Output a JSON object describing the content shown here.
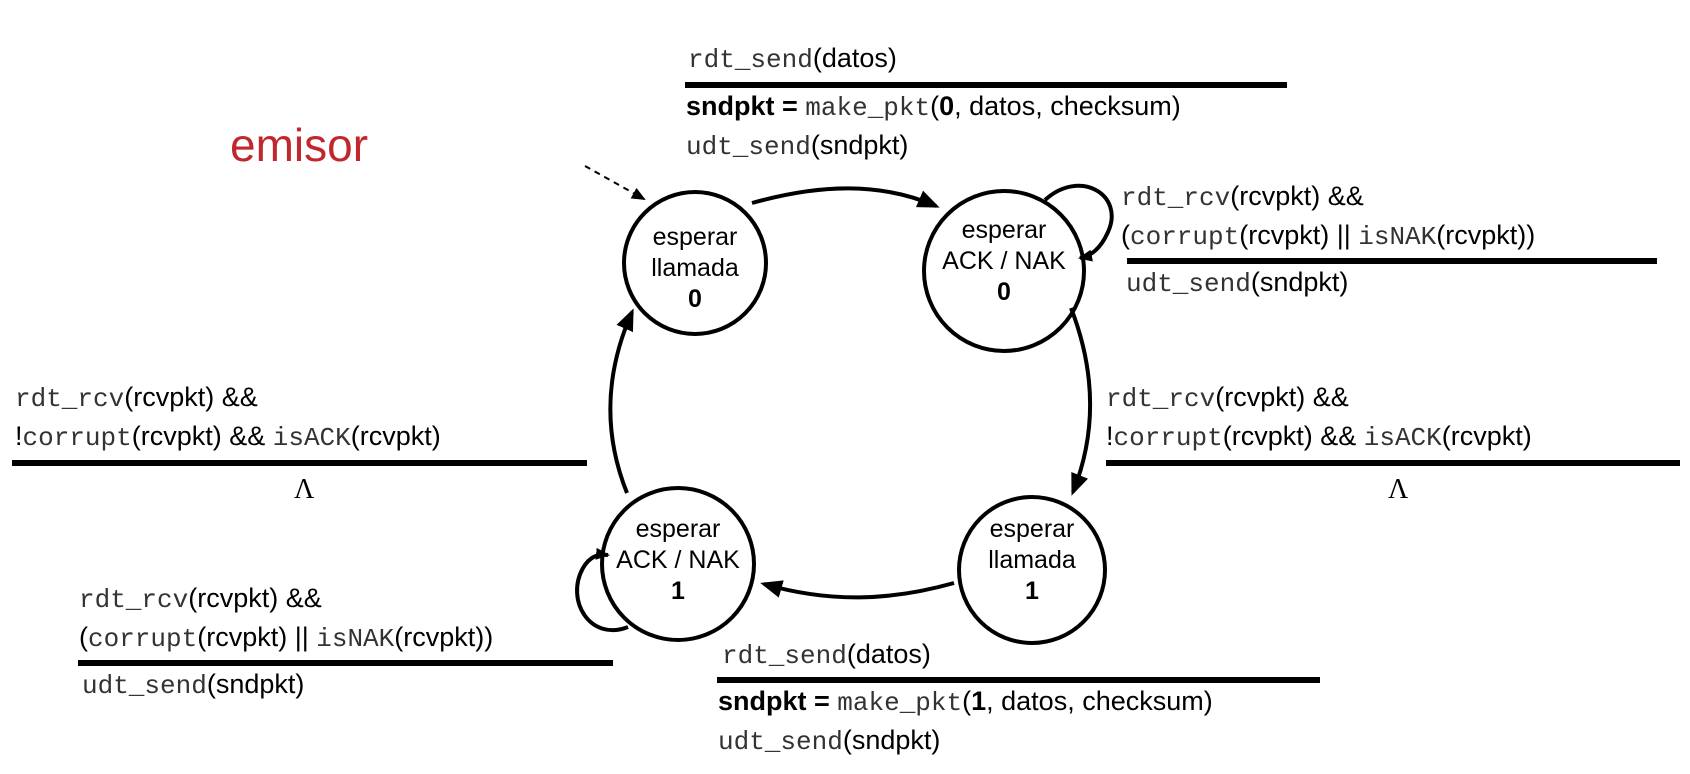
{
  "title": "emisor",
  "colors": {
    "title": "#c0282d",
    "ink": "#000000",
    "mono": "#333333"
  },
  "states": {
    "s0": {
      "line1": "esperar",
      "line2": "llamada",
      "num": "0"
    },
    "s1": {
      "line1": "esperar",
      "line2": "ACK / NAK",
      "num": "0"
    },
    "s2": {
      "line1": "esperar",
      "line2": "llamada",
      "num": "1"
    },
    "s3": {
      "line1": "esperar",
      "line2": "ACK / NAK",
      "num": "1"
    }
  },
  "tr_top": {
    "event_fn": "rdt_send",
    "event_arg": "(datos)",
    "a1": "sndpkt = ",
    "a1_fn": "make_pkt",
    "a1_p": "(",
    "a1_num": "0",
    "a1_rest": ", datos, checksum)",
    "a2_fn": "udt_send",
    "a2_arg": "(sndpkt)"
  },
  "tr_self_top": {
    "e1_fn": "rdt_rcv",
    "e1_rest": "(rcvpkt) &&",
    "e2_p": "(",
    "e2_fn1": "corrupt",
    "e2_mid": "(rcvpkt) || ",
    "e2_fn2": "isNAK",
    "e2_end": "(rcvpkt))",
    "a_fn": "udt_send",
    "a_arg": "(sndpkt)"
  },
  "tr_right": {
    "e1_fn": "rdt_rcv",
    "e1_rest": "(rcvpkt) &&",
    "e2_bang": "!",
    "e2_fn1": "corrupt",
    "e2_mid": "(rcvpkt) && ",
    "e2_fn2": "isACK",
    "e2_end": "(rcvpkt)",
    "action": "Λ"
  },
  "tr_left": {
    "e1_fn": "rdt_rcv",
    "e1_rest": "(rcvpkt) &&",
    "e2_bang": "!",
    "e2_fn1": "corrupt",
    "e2_mid": "(rcvpkt) && ",
    "e2_fn2": "isACK",
    "e2_end": "(rcvpkt)",
    "action": "Λ"
  },
  "tr_bottom": {
    "event_fn": "rdt_send",
    "event_arg": "(datos)",
    "a1": "sndpkt = ",
    "a1_fn": "make_pkt",
    "a1_p": "(",
    "a1_num": "1",
    "a1_rest": ", datos, checksum)",
    "a2_fn": "udt_send",
    "a2_arg": "(sndpkt)"
  },
  "tr_self_bottom": {
    "e1_fn": "rdt_rcv",
    "e1_rest": "(rcvpkt) &&",
    "e2_p": "(",
    "e2_fn1": "corrupt",
    "e2_mid": "(rcvpkt) || ",
    "e2_fn2": "isNAK",
    "e2_end": "(rcvpkt))",
    "a_fn": "udt_send",
    "a_arg": "(sndpkt)"
  }
}
